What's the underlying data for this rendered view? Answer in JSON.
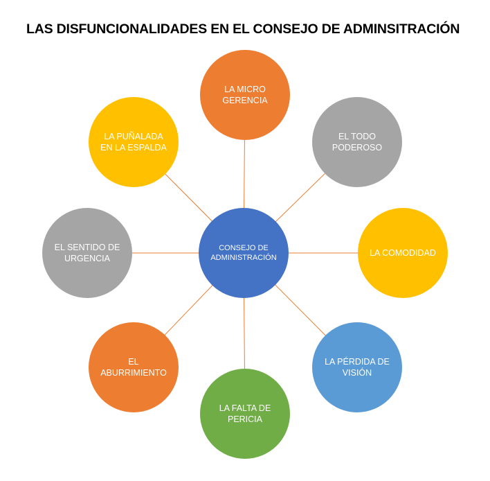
{
  "title": "LAS DISFUNCIONALIDADES EN EL CONSEJO DE ADMINSITRACIÓN",
  "connector_color": "#ed7d31",
  "center": {
    "label_lines": [
      "CONSEJO DE",
      "ADMINISTRACIÓN"
    ],
    "color": "#4472c4"
  },
  "nodes": [
    {
      "id": "micro-gerencia",
      "label_lines": [
        "LA MICRO",
        "GERENCIA"
      ],
      "color": "#ed7d31"
    },
    {
      "id": "todo-poderoso",
      "label_lines": [
        "EL TODO",
        "PODEROSO"
      ],
      "color": "#a5a5a5"
    },
    {
      "id": "comodidad",
      "label_lines": [
        "LA COMODIDAD"
      ],
      "color": "#ffc000"
    },
    {
      "id": "perdida-vision",
      "label_lines": [
        "LA PÉRDIDA DE",
        "VISIÓN"
      ],
      "color": "#5b9bd5"
    },
    {
      "id": "falta-pericia",
      "label_lines": [
        "LA FALTA DE",
        "PERICIA"
      ],
      "color": "#70ad47"
    },
    {
      "id": "aburrimiento",
      "label_lines": [
        "EL",
        "ABURRIMIENTO"
      ],
      "color": "#ed7d31"
    },
    {
      "id": "sentido-urgencia",
      "label_lines": [
        "EL SENTIDO DE",
        "URGENCIA"
      ],
      "color": "#a5a5a5"
    },
    {
      "id": "punalada-espalda",
      "label_lines": [
        "LA PUÑALADA",
        "EN LA ESPALDA"
      ],
      "color": "#ffc000"
    }
  ]
}
